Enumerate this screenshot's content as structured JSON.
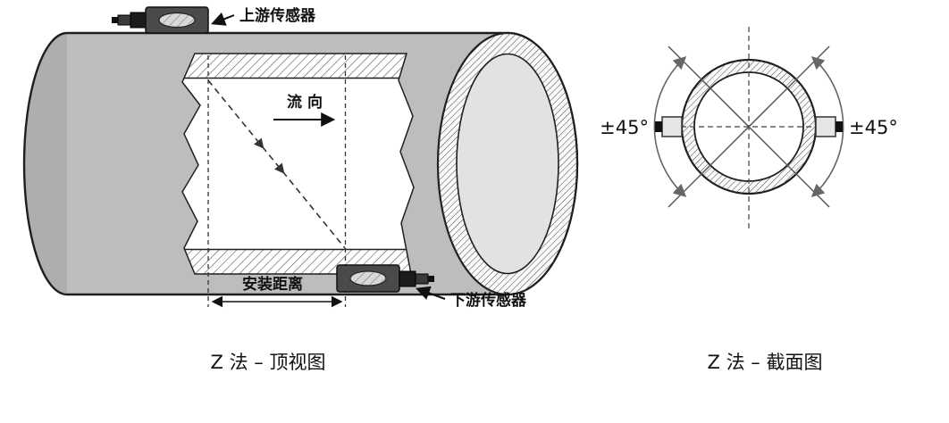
{
  "left_diagram": {
    "upstream_sensor_label": "上游传感器",
    "downstream_sensor_label": "下游传感器",
    "flow_direction_label": "流 向",
    "install_distance_label": "安装距离",
    "caption": "Z 法 – 顶视图"
  },
  "right_diagram": {
    "angle_left_label": "±45°",
    "angle_right_label": "±45°",
    "caption": "Z 法 – 截面图"
  },
  "colors": {
    "background": "#ffffff",
    "pipe_fill": "#bdbdbd",
    "pipe_cap_fill": "#aeaeae",
    "ring_fill": "#fafafa",
    "bore_fill": "#e2e2e2",
    "outline": "#1f1f1f",
    "hatch_line": "#555555",
    "sensor_body": "#4a4a4a"
  }
}
